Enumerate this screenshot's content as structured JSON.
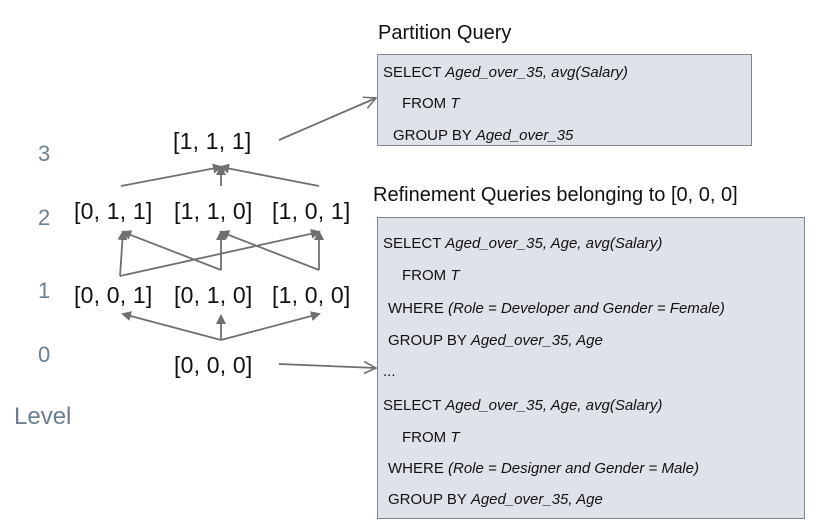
{
  "levels": {
    "label": "Level",
    "numbers": [
      "3",
      "2",
      "1",
      "0"
    ]
  },
  "lattice": {
    "level3": "[1, 1, 1]",
    "level2": [
      "[0, 1, 1]",
      "[1, 1, 0]",
      "[1, 0, 1]"
    ],
    "level1": [
      "[0, 0, 1]",
      "[0, 1, 0]",
      "[1, 0, 0]"
    ],
    "level0": "[0, 0, 0]"
  },
  "partition": {
    "title": "Partition Query",
    "lines": [
      {
        "kw": "SELECT ",
        "it": "Aged_over_35, avg(Salary)"
      },
      {
        "kw": "FROM ",
        "it": "T"
      },
      {
        "kw": "GROUP BY ",
        "it": "Aged_over_35"
      }
    ]
  },
  "refinement": {
    "title": "Refinement Queries belonging to [0, 0, 0]",
    "q1": [
      {
        "kw": "SELECT ",
        "it": "Aged_over_35, Age, avg(Salary)"
      },
      {
        "kw": "FROM ",
        "it": "T"
      },
      {
        "kw": "WHERE ",
        "it": "(Role = Developer and Gender = Female)"
      },
      {
        "kw": "GROUP BY ",
        "it": "Aged_over_35, Age"
      }
    ],
    "ellipsis": "...",
    "q2": [
      {
        "kw": "SELECT ",
        "it": "Aged_over_35, Age, avg(Salary)"
      },
      {
        "kw": "FROM ",
        "it": "T"
      },
      {
        "kw": "WHERE ",
        "it": "(Role = Designer and Gender = Male)"
      },
      {
        "kw": "GROUP BY ",
        "it": "Aged_over_35, Age"
      }
    ]
  }
}
